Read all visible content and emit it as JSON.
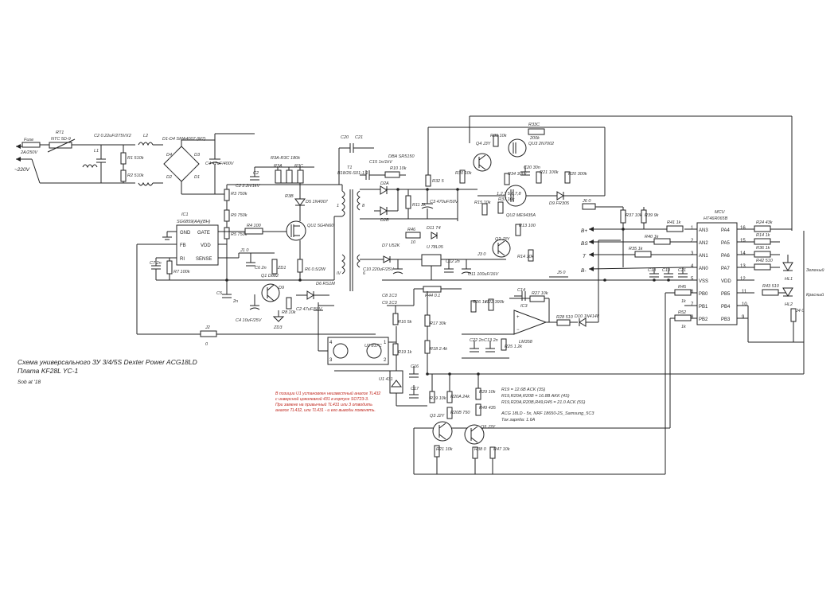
{
  "title": {
    "line1": "Схема универсального ЗУ 3/4/5S Dexter Power ACG18LD",
    "line2": "Плата KF28L YC-1",
    "author": "Sob at '18"
  },
  "input": {
    "voltage": "~220V",
    "fuse": "Fuse",
    "fuse_value": "2A/250V",
    "ntc_ref": "RT1",
    "ntc_value": "NTC 5D-9",
    "c1": "C1",
    "c2": "C2 0.22uF/275VX2",
    "l1": "L1",
    "l2": "L2",
    "bridge": "D1-D4 SMA4007 (M7)",
    "r1": "R1 510k",
    "r2": "R2 510k",
    "c4": "C4 47uF/400V"
  },
  "primary": {
    "ic1": "IC1",
    "ic1_part": "SG6859(AA)(BH)",
    "ic1_pins": [
      "GND",
      "GATE",
      "FB",
      "VDD",
      "RI",
      "SENSE"
    ],
    "r3": "R3 750k",
    "r9": "R9 750k",
    "r4": "R4 100",
    "r5": "R5 750k",
    "r6": "R6 0.5/2W",
    "r7": "R7 100k",
    "r8": "R8 10k",
    "r3abc": "R3A-R3C 180k",
    "r3a": "R3A",
    "r3c": "R3C",
    "r3b": "R3B",
    "c6": "C6 2n",
    "c7": "C7 2n",
    "c5": "C5",
    "c5_val": "2n",
    "c4s": "C4 10uF/25V",
    "c2s": "C2 47uF/50V",
    "c2b": "C2 2.2n/1kV",
    "d5": "D5 1N4007",
    "d6": "D6 RS1M",
    "q1": "Q1 D882",
    "qu1": "QU1 5G4N60",
    "zd1": "ZD1",
    "zd3": "ZD3",
    "d9": "D9",
    "j1": "J1 0",
    "j2": "J2",
    "j2v": "0",
    "t1": "T1",
    "t1_part": "B18/26-S01-1.1"
  },
  "secondary": {
    "c20": "C20",
    "c21": "C21",
    "c15": "C15 1n/1kV",
    "dba": "DBA SR5150",
    "r10": "R10 10k",
    "r11": "R11 2k",
    "c3": "C3 470uF/50V",
    "r32": "R32 5",
    "d2a": "D2A",
    "d2b": "D2B",
    "d7": "D7 U52K",
    "c10": "C10 220uF/25V",
    "r46": "R46",
    "r46v": "10",
    "d11": "D11 T4",
    "u": "U 78L05",
    "c12": "C12 2n",
    "c11": "C11 100uF/16V",
    "j3": "J3 0",
    "j5": "J5 0",
    "r44": "R44 0.1",
    "c8": "C8 1C3",
    "c9": "C9 1C3",
    "r16": "R16 5k",
    "r17": "R17 30k",
    "r18": "R18 2.4k",
    "r19": "R19 1k",
    "c16": "C16",
    "c17": "C17",
    "u1": "U1 431",
    "u2": "U2 817C"
  },
  "switching": {
    "r33c": "R33C",
    "r33c_val": "200k",
    "r31": "R31 10k",
    "q4": "Q4 J3Y",
    "qu3": "QU3 2N7002",
    "r34": "R34 300k",
    "r21": "R21 100k",
    "r20": "R20 300k",
    "c20b": "C20 30n",
    "r30": "R30 10k",
    "r15": "R15 10k",
    "r37": "R37 10k",
    "qu2": "QU2 ME9435A",
    "qu2_pins": "1,2,3  5,6,7,8",
    "d9b": "D9 FR305",
    "r13": "R13 100",
    "r14": "R14 10k",
    "q2": "Q2 J3Y"
  },
  "opamp": {
    "ic3": "IC3",
    "part": "LM358",
    "r26": "R26 1k",
    "r22": "R22 390k",
    "c14": "C14",
    "r27": "R27 10k",
    "r28": "R28 510",
    "c22": "C22 2n",
    "c13": "C13 2n",
    "r25": "R25 1.2k",
    "d10": "D10 1N4148",
    "r23": "R23 1k"
  },
  "mcu": {
    "title": "MCU",
    "part": "HT46R065B",
    "left_pins": [
      "AN3",
      "AN2",
      "AN1",
      "AN0",
      "VSS",
      "PB0",
      "PB1",
      "PB2"
    ],
    "left_nums": [
      "1",
      "2",
      "3",
      "4",
      "5",
      "6",
      "7",
      "8"
    ],
    "right_pins": [
      "PA4",
      "PA5",
      "PA6",
      "PA7",
      "VDD",
      "PB5",
      "PB4",
      "PB3"
    ],
    "right_nums": [
      "16",
      "15",
      "14",
      "13",
      "12",
      "11",
      "10",
      "9"
    ],
    "r24": "R24 43k",
    "r14b": "R14 1k",
    "r36": "R36 1k",
    "r42": "R42 510",
    "r43": "R43 510",
    "r41": "R41 1k",
    "r40": "R40 1k",
    "r35": "R35 1k",
    "r37": "R37 10k",
    "r39": "R39 9k",
    "j6": "J6 0",
    "r45": "R45",
    "r45v": "1k",
    "r52": "R52",
    "r52v": "1k",
    "c18": "C18",
    "c19": "C19",
    "c21": "C21",
    "bplus": "B+",
    "bs": "BS",
    "t": "T",
    "bminus": "B-",
    "hl1": "HL1",
    "hl2": "HL2",
    "green": "Зеленый",
    "red": "Красный",
    "j4": "J4 0"
  },
  "bottom": {
    "q3": "Q3 J2Y",
    "q5": "Q5 J3Y",
    "r20a": "R20A 24k",
    "r20b": "R20B 750",
    "r21b": "R21 10k",
    "r19": "R19 10k",
    "r29": "R29 10k",
    "r49": "R49 435",
    "r47": "R47 10k",
    "r38": "R38 0",
    "notes": [
      "R19 = 12.6B ACK (3S)",
      "R19,R20A,R20B = 16.8B AKK (4S)",
      "R19,R20A,R20B,R49,R45 = 21.0 ACK (5S)",
      "ACG 18LD - 5x, NRF 18650-2S_Samsung_5C3",
      "Ток заряда: 1.6A"
    ],
    "red_note": [
      "В позиции U1 установлен неизвестный аналог TL432",
      "с инверсной цоколевкой 431 в корпусе SOT23-3.",
      "При замене на привычный TL431 или 3 отводить",
      "аналог TL432, или TL431 - и его выводы поменять."
    ]
  }
}
